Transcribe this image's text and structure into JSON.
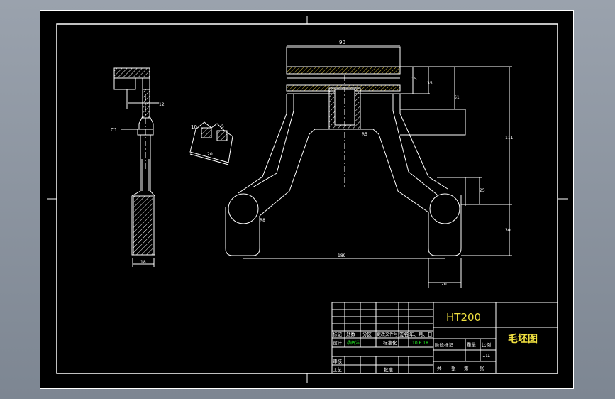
{
  "drawing": {
    "material": "HT200",
    "title": "毛坯图",
    "scale": "1:1",
    "dimensions": {
      "top_width": "90",
      "dim_15": "15",
      "dim_35": "35",
      "dim_61": "61",
      "dim_111": "111",
      "dim_25": "25",
      "dim_30": "30",
      "dim_189": "189",
      "dim_20": "20",
      "dim_r5": "R5",
      "dim_r8": "R8",
      "side_c1": "C1",
      "side_12": "12",
      "side_18": "18",
      "detail_10": "10",
      "detail_5": "5",
      "detail_20": "20"
    },
    "title_block": {
      "row_labels": [
        "标记",
        "处数",
        "分区",
        "更改文件号",
        "签名",
        "年、月、日"
      ],
      "designer_label": "设计",
      "designer_name": "杨辉洋",
      "standard_label": "标准化",
      "date": "10.6.18",
      "stage_labels": [
        "阶段标记",
        "重量",
        "比例"
      ],
      "review_label": "审核",
      "process_label": "工艺",
      "approve_label": "批准",
      "sheet_info": [
        "共",
        "张",
        "第",
        "张"
      ]
    }
  }
}
